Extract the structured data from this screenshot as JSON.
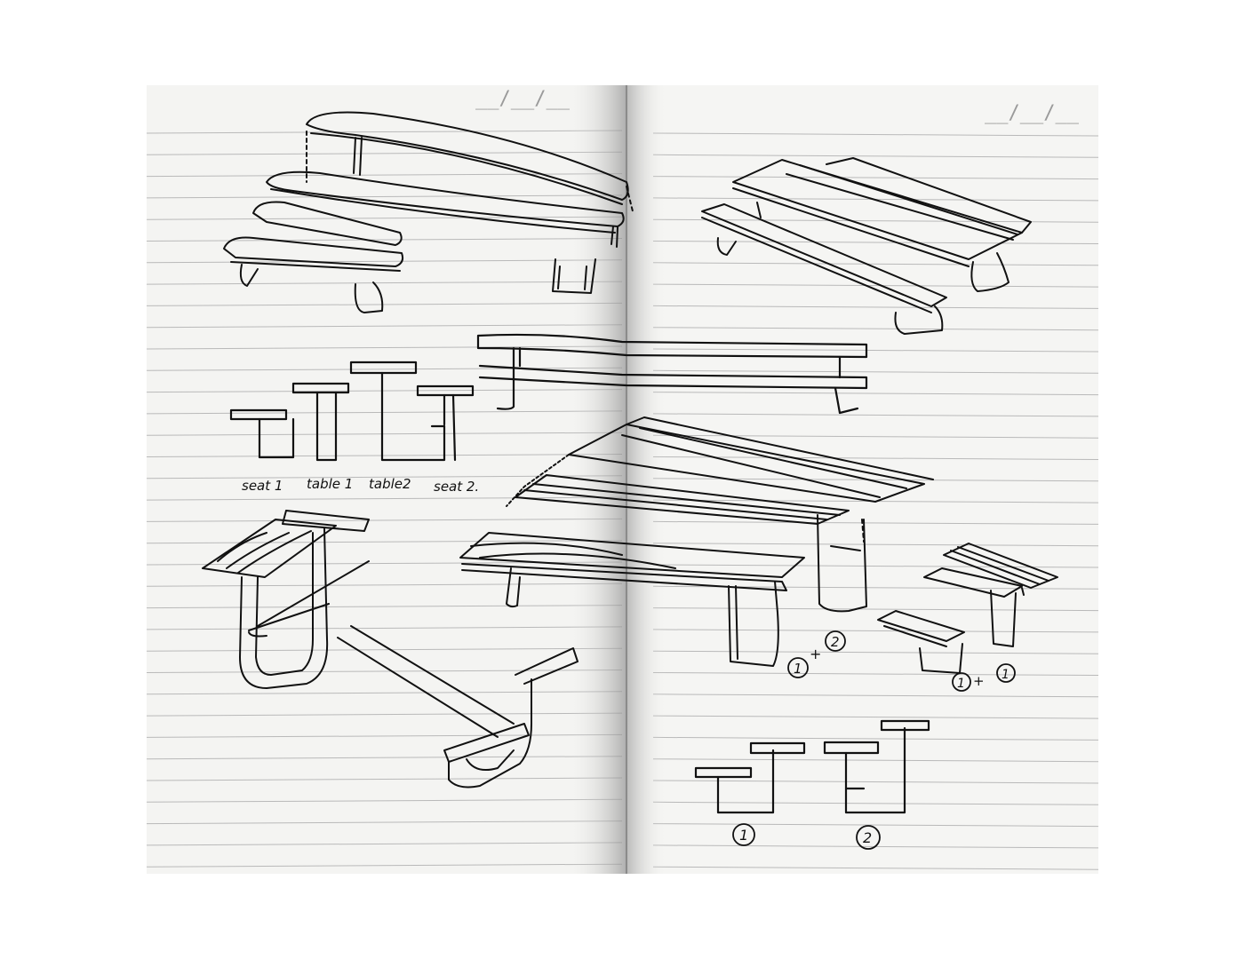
{
  "page": {
    "left_date_placeholder": "__/__/__",
    "right_date_placeholder": "__/__/__"
  },
  "labels": {
    "seat1": "seat 1",
    "table1": "table 1",
    "table2": "table2",
    "seat2": "seat 2."
  },
  "combos": {
    "first_a": "1",
    "plus_1": "+",
    "first_b": "2",
    "second_a": "1",
    "plus_2": "+",
    "second_b": "1"
  },
  "profiles": {
    "one": "1",
    "two": "2"
  },
  "colors": {
    "paper": "#f4f4f2",
    "ruling": "#b9b9b9",
    "ink": "#111111",
    "gutter": "#8a8a8a"
  }
}
